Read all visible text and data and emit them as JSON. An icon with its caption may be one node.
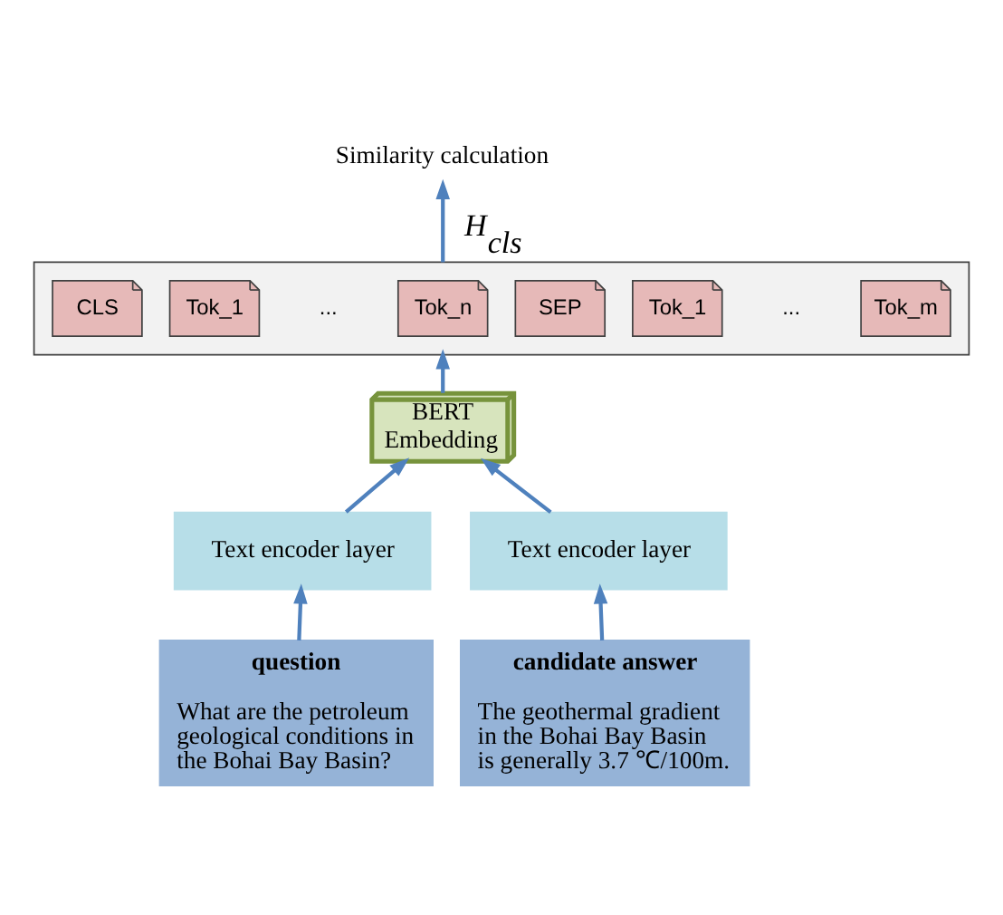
{
  "diagram": {
    "nodes": [
      {
        "text": [
          "Similarity calculation"
        ]
      },
      {
        "text": [],
        "shape": "box"
      },
      {
        "text": [
          "CLS"
        ],
        "in": 1
      },
      {
        "text": [
          "Tok_1"
        ],
        "in": 1
      },
      {
        "text": [
          "Tok_n"
        ],
        "in": 1
      },
      {
        "text": [
          "SEP"
        ],
        "in": 1
      },
      {
        "text": [
          "Tok_1"
        ],
        "in": 1
      },
      {
        "text": [
          "Tok_m"
        ],
        "in": 1
      },
      {
        "text": [
          "BERT Embedding"
        ]
      },
      {
        "text": [
          "Text encoder layer"
        ]
      },
      {
        "text": [
          "Text encoder layer"
        ]
      },
      {
        "text": [
          "question",
          "What are the petroleum geological conditions in the Bohai Bay Basin?"
        ]
      },
      {
        "text": [
          "candidate answer",
          "The geothermal gradient in the Bohai Bay Basin is generally 3.7 ℃/100m."
        ]
      }
    ],
    "edges": [
      {
        "from": 1,
        "to": 0,
        "arrow": "to",
        "label": "H$_{cls}$"
      },
      {
        "from": 8,
        "to": 1,
        "arrow": "to"
      },
      {
        "from": 9,
        "to": 8,
        "arrow": "to"
      },
      {
        "from": 10,
        "to": 8,
        "arrow": "to"
      },
      {
        "from": 11,
        "to": 9,
        "arrow": "to"
      },
      {
        "from": 12,
        "to": 10,
        "arrow": "to"
      }
    ],
    "labels": [
      "...",
      "..."
    ]
  }
}
